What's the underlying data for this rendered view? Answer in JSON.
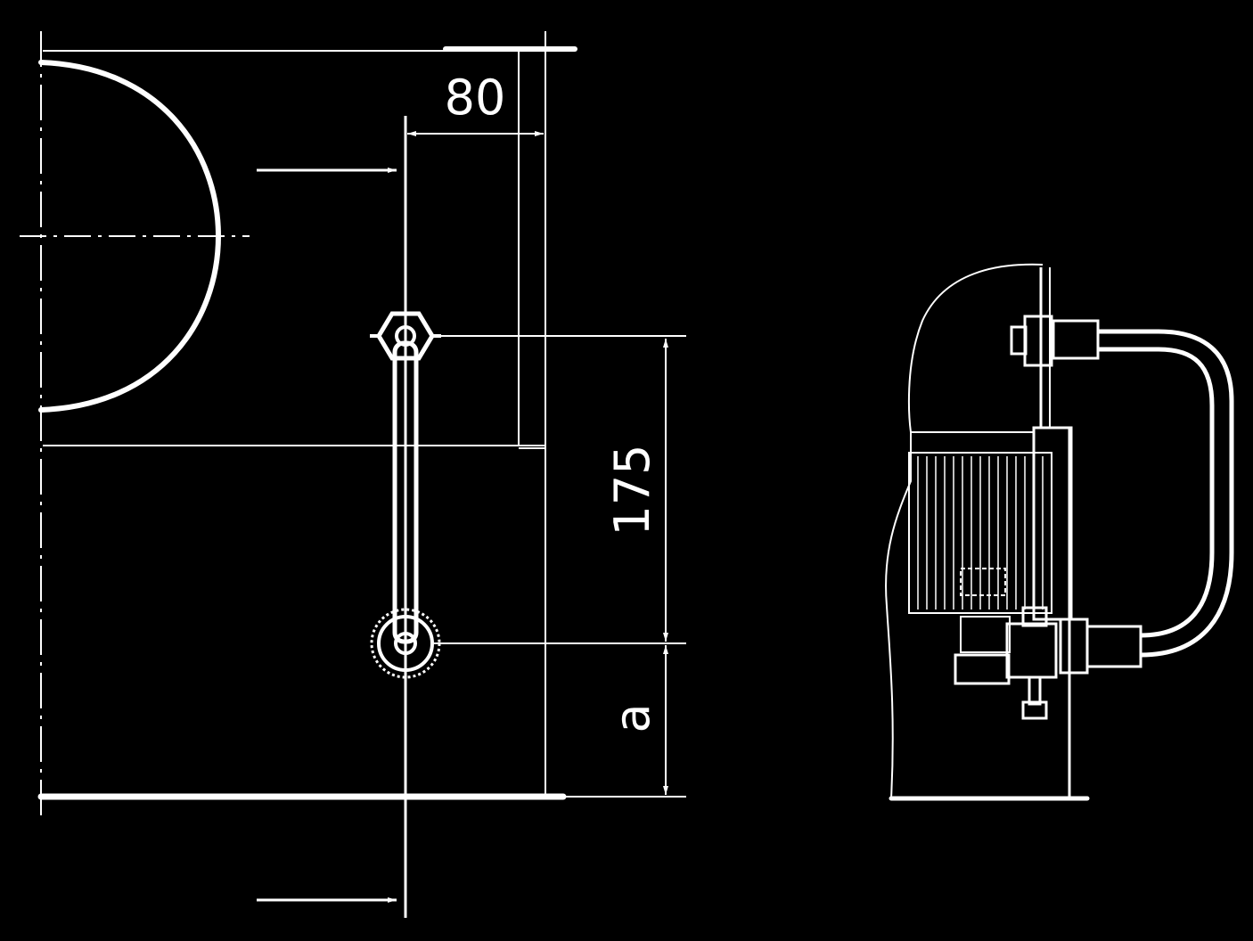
{
  "dimensions": {
    "width_80": "80",
    "height_175": "175",
    "height_a": "a"
  },
  "colors": {
    "background": "#000000",
    "line": "#ffffff"
  }
}
